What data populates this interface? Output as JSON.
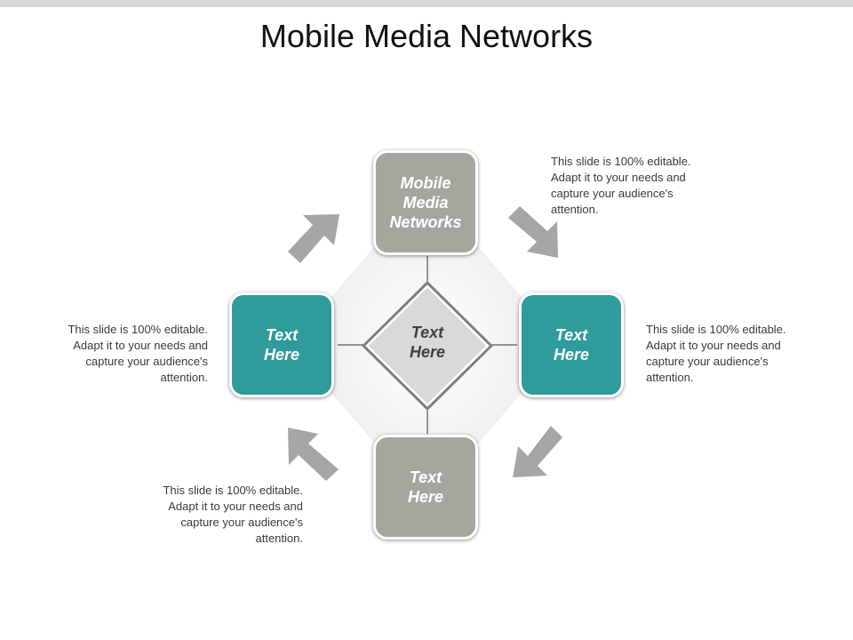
{
  "title": "Mobile Media Networks",
  "center": {
    "label": "Text\nHere"
  },
  "boxes": {
    "top": {
      "label": "Mobile\nMedia\nNetworks",
      "color": "#a7a69e"
    },
    "left": {
      "label": "Text\nHere",
      "color": "#2f9b9b"
    },
    "right": {
      "label": "Text\nHere",
      "color": "#2f9b9b"
    },
    "bottom": {
      "label": "Text\nHere",
      "color": "#a7a69e"
    }
  },
  "notes": {
    "top_right": "This slide is 100% editable. Adapt it to your needs and capture your audience's attention.",
    "right": "This slide is 100% editable. Adapt it to your needs and capture your audience's attention.",
    "left": "This slide is 100% editable. Adapt it to your needs and capture your audience's attention.",
    "bottom_left": "This slide is 100% editable. Adapt it to your needs and capture your audience's attention."
  },
  "colors": {
    "arrow": "#a6a6a6",
    "teal": "#2f9b9b",
    "gray": "#a7a69e"
  }
}
